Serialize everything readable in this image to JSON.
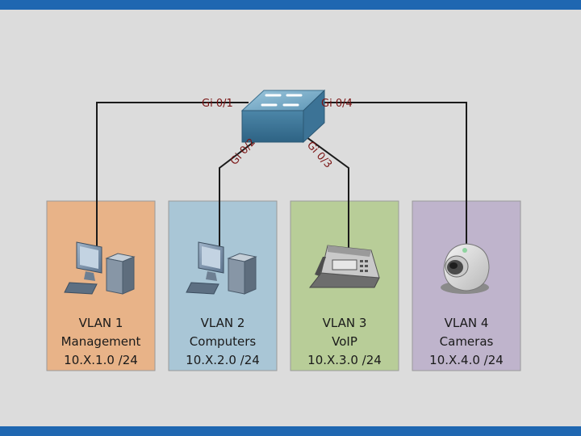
{
  "switch": {
    "icon": "network-switch-icon"
  },
  "ports": [
    {
      "label": "Gi 0/1"
    },
    {
      "label": "Gi 0/2"
    },
    {
      "label": "Gi 0/3"
    },
    {
      "label": "Gi 0/4"
    }
  ],
  "vlans": [
    {
      "name": "VLAN 1",
      "desc": "Management",
      "subnet": "10.X.1.0 /24",
      "color": "#e8b388",
      "icon": "computer-icon"
    },
    {
      "name": "VLAN 2",
      "desc": "Computers",
      "subnet": "10.X.2.0 /24",
      "color": "#a9c6d6",
      "icon": "computer-icon"
    },
    {
      "name": "VLAN 3",
      "desc": "VoIP",
      "subnet": "10.X.3.0 /24",
      "color": "#b8cd98",
      "icon": "ip-phone-icon"
    },
    {
      "name": "VLAN 4",
      "desc": "Cameras",
      "subnet": "10.X.4.0 /24",
      "color": "#bfb4cc",
      "icon": "camera-icon"
    }
  ],
  "colors": {
    "band": "#1f67b1",
    "background": "#dcdcdc",
    "link": "#1a1a1a",
    "port_label": "#7a1414"
  }
}
